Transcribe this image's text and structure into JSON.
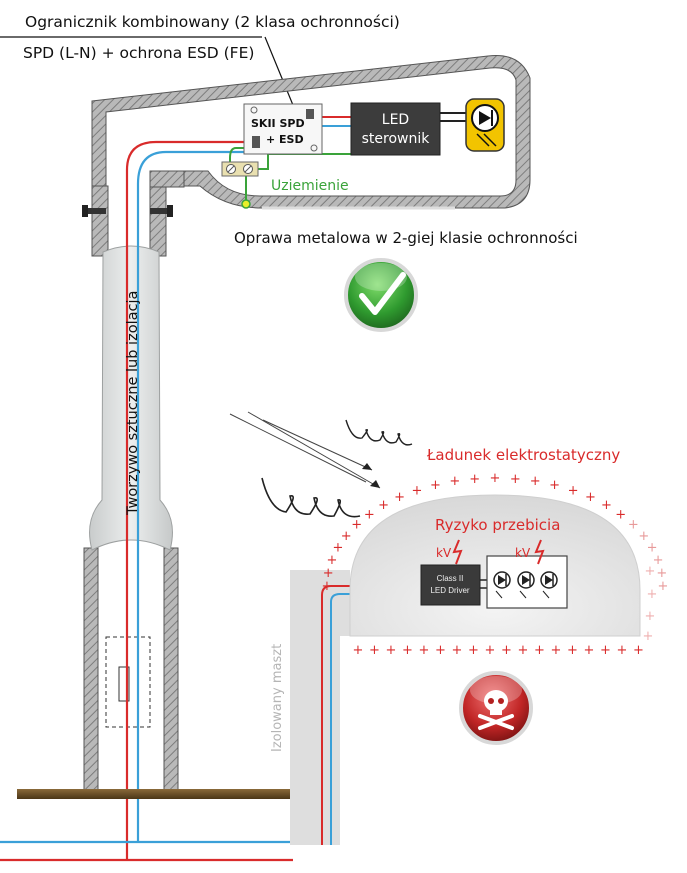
{
  "header": {
    "line1": "Ogranicznik kombinowany (2 klasa ochronności)",
    "line2": "SPD (L-N) + ochrona ESD (FE)"
  },
  "luminaire": {
    "spd_line1": "SKII SPD",
    "spd_line2": "+ ESD",
    "driver_line1": "LED",
    "driver_line2": "sterownik",
    "earth_label": "Uziemienie",
    "caption": "Oprawa metalowa w 2-giej klasie ochronności"
  },
  "pole": {
    "insulation_label": "Tworzywo sztuczne lub izolacja"
  },
  "esd_section": {
    "charge_label": "Ładunek elektrostatyczny",
    "risk_label": "Ryzyko przebicia",
    "kv_label_1": "kV",
    "kv_label_2": "kV",
    "driver_label_1": "Class II",
    "driver_label_2": "LED Driver",
    "mast_label": "Izolowany maszt"
  },
  "colors": {
    "phase_wire": "#d92b2b",
    "neutral_wire": "#3aa0d8",
    "earth_wire": "#3aa33a",
    "metal_housing": "#9a9a9a",
    "ok_badge": "#2e8b2e",
    "danger_badge": "#b32020",
    "led_yellow": "#f2c400"
  },
  "icons": [
    "led-lamp-icon",
    "checkmark-icon",
    "skull-icon",
    "lightning-icon",
    "led-diode-icon"
  ]
}
